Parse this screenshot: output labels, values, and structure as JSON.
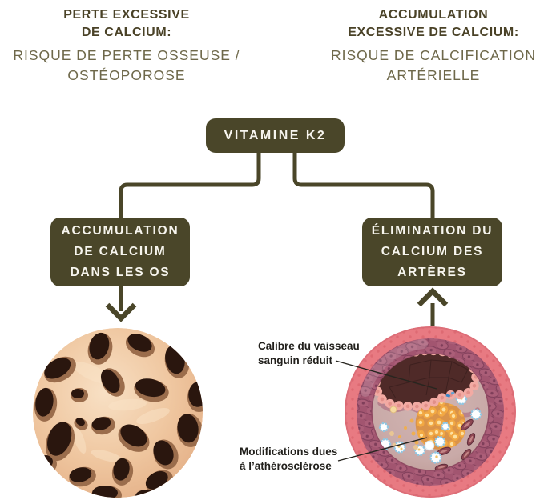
{
  "page": {
    "background": "#ffffff"
  },
  "palette": {
    "olive_accent": "#4a4629",
    "heading_text": "#4a4227",
    "subheading_text": "#6e684a",
    "box_text": "#f7f5ee",
    "annotation_text": "#22201c",
    "artery_outer": "#e87a82",
    "artery_media": "#a25570",
    "artery_intima": "#c9aaa8",
    "artery_lumen": "#4f2a28",
    "endothelium": "#f2aaa3",
    "lipid": "#f2a843",
    "bone_surface": "#efc69f",
    "bone_cavity": "#2a160e"
  },
  "headers": {
    "left": {
      "title_lines": [
        "PERTE EXCESSIVE",
        "DE CALCIUM:"
      ],
      "subtitle_lines": [
        "RISQUE DE PERTE OSSEUSE /",
        "OSTÉOPOROSE"
      ]
    },
    "right": {
      "title_lines": [
        "ACCUMULATION",
        "EXCESSIVE DE CALCIUM:"
      ],
      "subtitle_lines": [
        "RISQUE DE CALCIFICATION",
        "ARTÉRIELLE"
      ]
    }
  },
  "flow": {
    "root_label": "VITAMINE K2",
    "left_box_lines": [
      "ACCUMULATION",
      "DE CALCIUM",
      "DANS LES OS"
    ],
    "right_box_lines": [
      "ÉLIMINATION DU",
      "CALCIUM DES",
      "ARTÈRES"
    ]
  },
  "annotations": {
    "vessel_lines": [
      "Calibre du vaisseau",
      "sanguin réduit"
    ],
    "athero_lines": [
      "Modifications dues",
      "à l’athérosclérose"
    ]
  },
  "illustrations": {
    "bone": "trabecular-bone-osteoporosis",
    "artery": "artery-cross-section-atherosclerosis"
  }
}
